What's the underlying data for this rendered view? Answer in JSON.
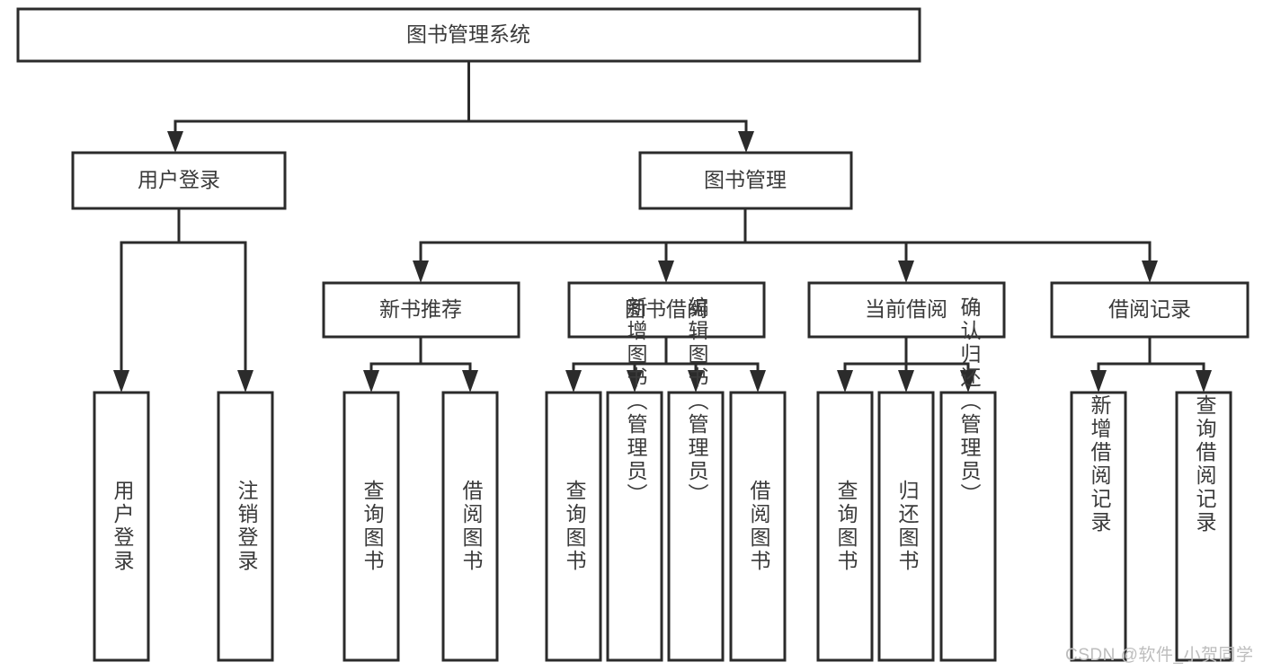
{
  "diagram": {
    "type": "tree-hierarchy-flowchart",
    "title_node": "图书管理系统",
    "watermark": "CSDN @软件_小贺同学",
    "colors": {
      "background": "#ffffff",
      "box_fill": "#ffffff",
      "box_stroke": "#2b2b2b",
      "text": "#3a3a3a",
      "watermark": "#bdbdbd"
    },
    "levels": {
      "root": {
        "label": "图书管理系统"
      },
      "level2": [
        {
          "label": "用户登录"
        },
        {
          "label": "图书管理"
        }
      ],
      "level3": [
        {
          "label": "新书推荐"
        },
        {
          "label": "图书借阅"
        },
        {
          "label": "当前借阅"
        },
        {
          "label": "借阅记录"
        }
      ],
      "leaves": [
        {
          "label": "用户登录",
          "parent": "用户登录"
        },
        {
          "label": "注销登录",
          "parent": "用户登录"
        },
        {
          "label": "查询图书",
          "parent": "新书推荐"
        },
        {
          "label": "借阅图书",
          "parent": "新书推荐"
        },
        {
          "label": "查询图书",
          "parent": "图书借阅"
        },
        {
          "label": "新增图书（管理员）",
          "parent": "图书借阅"
        },
        {
          "label": "编辑图书（管理员）",
          "parent": "图书借阅"
        },
        {
          "label": "借阅图书",
          "parent": "图书借阅"
        },
        {
          "label": "查询图书",
          "parent": "当前借阅"
        },
        {
          "label": "归还图书",
          "parent": "当前借阅"
        },
        {
          "label": "确认归还（管理员）",
          "parent": "当前借阅"
        },
        {
          "label": "新增借阅记录",
          "parent": "借阅记录"
        },
        {
          "label": "查询借阅记录",
          "parent": "借阅记录"
        }
      ]
    }
  }
}
